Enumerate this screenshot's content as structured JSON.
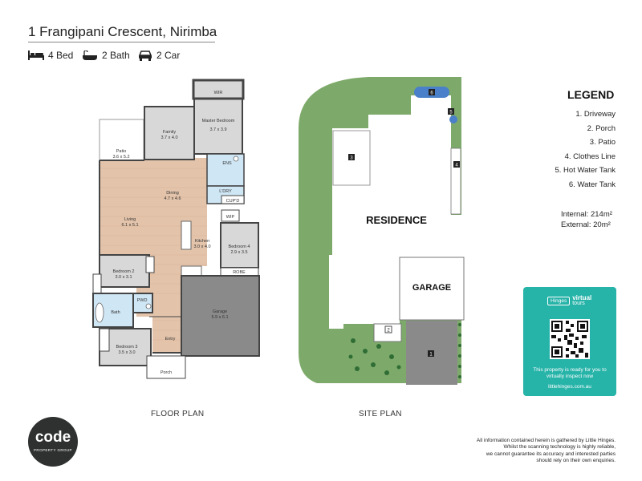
{
  "title": "1 Frangipani Crescent, Nirimba",
  "features": {
    "bed": {
      "icon": "bed-icon",
      "label": "4 Bed"
    },
    "bath": {
      "icon": "bathtub-icon",
      "label": "2 Bath"
    },
    "car": {
      "icon": "car-icon",
      "label": "2 Car"
    }
  },
  "floor_plan": {
    "label": "FLOOR PLAN",
    "rooms": [
      {
        "name": "WIR",
        "size": ""
      },
      {
        "name": "Master Bedroom",
        "size": "3.7 x 3.9"
      },
      {
        "name": "Family",
        "size": "3.7 x 4.0"
      },
      {
        "name": "Patio",
        "size": "3.6 x 5.2"
      },
      {
        "name": "ENS",
        "size": ""
      },
      {
        "name": "Dining",
        "size": "4.7 x 4.6"
      },
      {
        "name": "L'DRY",
        "size": ""
      },
      {
        "name": "CUP'D",
        "size": ""
      },
      {
        "name": "WIP",
        "size": ""
      },
      {
        "name": "Living",
        "size": "6.1 x 5.1"
      },
      {
        "name": "Kitchen",
        "size": "3.0 x 4.0"
      },
      {
        "name": "Bedroom 4",
        "size": "2.9 x 3.5"
      },
      {
        "name": "ROBE",
        "size": ""
      },
      {
        "name": "Bedroom 2",
        "size": "3.0 x 3.1"
      },
      {
        "name": "Bath",
        "size": ""
      },
      {
        "name": "PWD",
        "size": ""
      },
      {
        "name": "Garage",
        "size": "5.9 x 6.1"
      },
      {
        "name": "Bedroom 3",
        "size": "3.5 x 3.0"
      },
      {
        "name": "Entry",
        "size": ""
      },
      {
        "name": "Porch",
        "size": ""
      }
    ]
  },
  "site_plan": {
    "label": "SITE PLAN",
    "residence": "RESIDENCE",
    "garage": "GARAGE",
    "markers": [
      "1",
      "2",
      "3",
      "4",
      "5",
      "6"
    ]
  },
  "legend": {
    "heading": "LEGEND",
    "items": [
      "1. Driveway",
      "2. Porch",
      "3. Patio",
      "4. Clothes Line",
      "5. Hot Water Tank",
      "6. Water Tank"
    ]
  },
  "areas": {
    "internal_label": "Internal",
    "internal_value": ": 214m²",
    "external_label": "External",
    "external_value": ":   20m²"
  },
  "virtual_tour": {
    "badge": "Hinges",
    "brand_top": "virtual",
    "brand_bottom": "tours",
    "message": "This property is ready for you to virtually inspect now",
    "url": "littlehinges.com.au"
  },
  "logo": {
    "main": "code",
    "sub": "PROPERTY GROUP"
  },
  "disclaimer": [
    "All information contained herein is gathered by Little Hinges.",
    "Whilst the scanning technology is highly reliable,",
    "we cannot guarantee its accuracy and interested parties",
    "should rely on their own enquiries."
  ],
  "colors": {
    "wood_floor": "#e3c4ab",
    "tile_floor": "#d8d8d8",
    "garage_floor": "#8a8a8a",
    "bathroom_floor": "#cfe6f4",
    "lawn": "#7daa6a",
    "accent_teal": "#26b3a8",
    "water_tank": "#4a7fc9"
  }
}
